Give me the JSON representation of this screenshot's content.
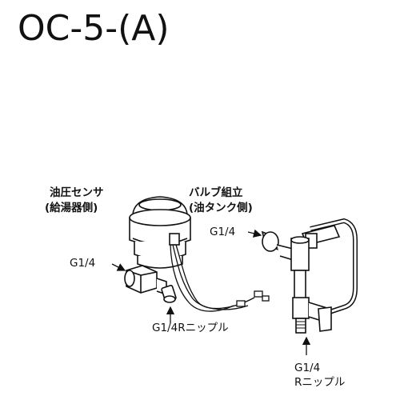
{
  "title": "OC-5-(A)",
  "labels": {
    "sensor_name": "油圧センサ",
    "sensor_sub": "(給湯器側)",
    "valve_name": "バルブ組立",
    "valve_sub": "(油タンク側)",
    "sensor_thread": "G1/4",
    "sensor_nipple": "G1/4Rニップル",
    "valve_thread": "G1/4",
    "valve_nipple_line1": "G1/4",
    "valve_nipple_line2": "Rニップル"
  }
}
